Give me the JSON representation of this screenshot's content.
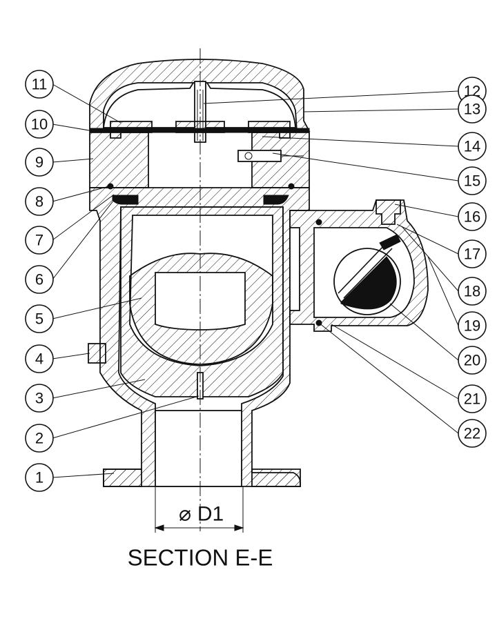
{
  "drawing": {
    "section_title": "SECTION E-E",
    "dimension_label": "D1",
    "diameter_symbol": "⌀"
  },
  "balloons": [
    {
      "num": "1"
    },
    {
      "num": "2"
    },
    {
      "num": "3"
    },
    {
      "num": "4"
    },
    {
      "num": "5"
    },
    {
      "num": "6"
    },
    {
      "num": "7"
    },
    {
      "num": "8"
    },
    {
      "num": "9"
    },
    {
      "num": "10"
    },
    {
      "num": "11"
    },
    {
      "num": "12"
    },
    {
      "num": "13"
    },
    {
      "num": "14"
    },
    {
      "num": "15"
    },
    {
      "num": "16"
    },
    {
      "num": "17"
    },
    {
      "num": "18"
    },
    {
      "num": "19"
    },
    {
      "num": "20"
    },
    {
      "num": "21"
    },
    {
      "num": "22"
    }
  ]
}
